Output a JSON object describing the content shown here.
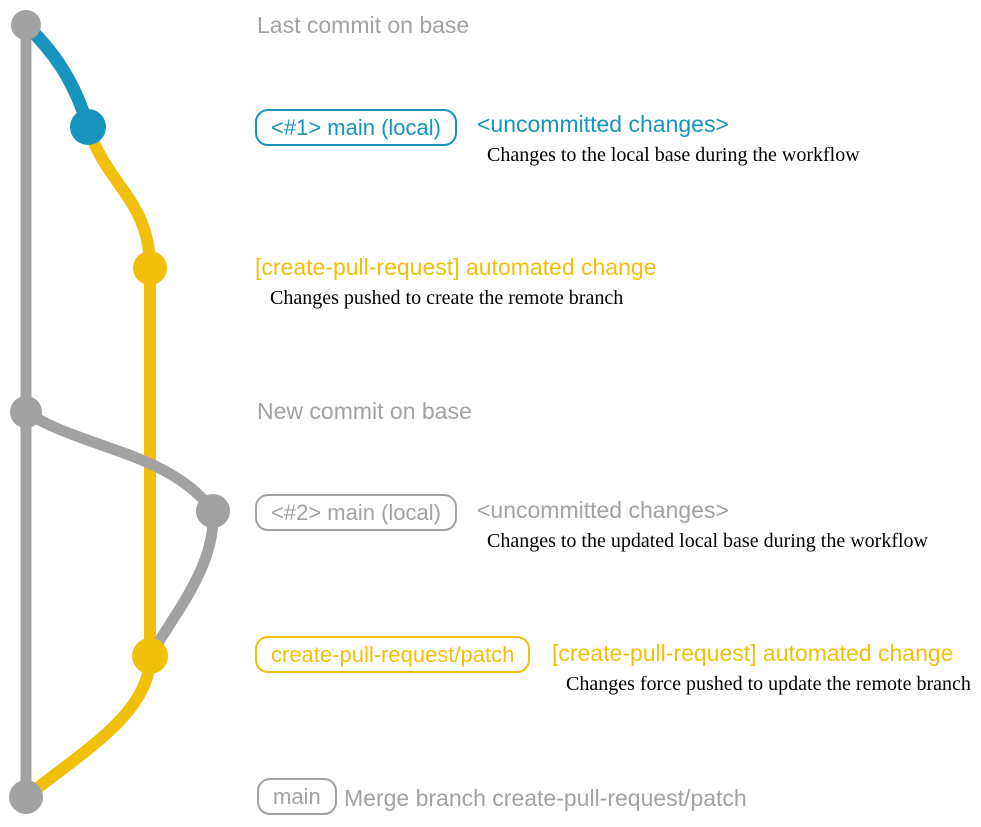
{
  "colors": {
    "gray": "#a2a2a2",
    "blue": "#1794bd",
    "yellow": "#f0c00b",
    "description_text": "#000000"
  },
  "annotations": {
    "last_commit_label": "Last commit on base",
    "new_commit_label": "New commit on base",
    "commit1": {
      "badge": "<#1> main (local)",
      "label": "<uncommitted changes>",
      "description": "Changes to the local base during the workflow"
    },
    "commit2": {
      "label": "[create-pull-request] automated change",
      "description": "Changes pushed to create the remote branch"
    },
    "commit3": {
      "badge": "<#2> main (local)",
      "label": "<uncommitted changes>",
      "description": "Changes to the updated local base during the workflow"
    },
    "commit4": {
      "badge": "create-pull-request/patch",
      "label": "[create-pull-request] automated change",
      "description": "Changes force pushed to update the remote branch"
    },
    "merge": {
      "badge": "main",
      "label": "Merge branch create-pull-request/patch"
    }
  }
}
